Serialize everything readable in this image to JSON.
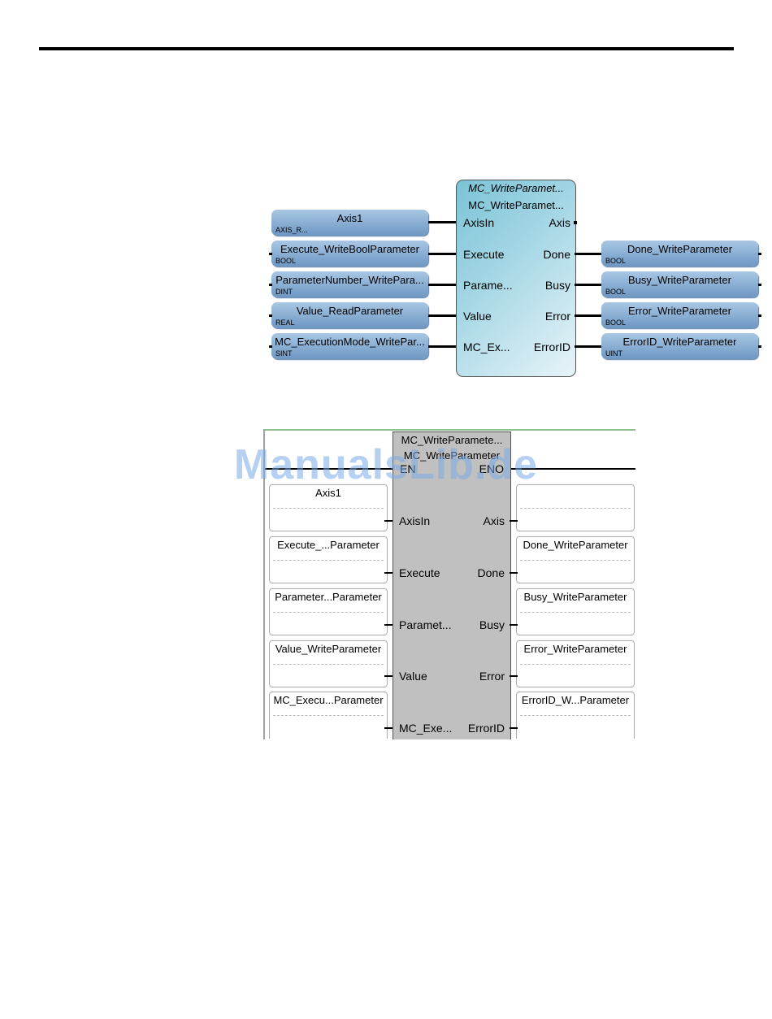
{
  "fbd": {
    "block": {
      "type_name": "MC_WriteParamet...",
      "instance_name": "MC_WriteParamet...",
      "inputs": [
        "AxisIn",
        "Execute",
        "Parame...",
        "Value",
        "MC_Ex..."
      ],
      "outputs": [
        "Axis",
        "Done",
        "Busy",
        "Error",
        "ErrorID"
      ]
    },
    "input_vars": [
      {
        "name": "Axis1",
        "type": "AXIS_R..."
      },
      {
        "name": "Execute_WriteBoolParameter",
        "type": "BOOL"
      },
      {
        "name": "ParameterNumber_WritePara...",
        "type": "DINT"
      },
      {
        "name": "Value_ReadParameter",
        "type": "REAL"
      },
      {
        "name": "MC_ExecutionMode_WritePar...",
        "type": "SINT"
      }
    ],
    "output_vars": [
      {
        "name": "Done_WriteParameter",
        "type": "BOOL"
      },
      {
        "name": "Busy_WriteParameter",
        "type": "BOOL"
      },
      {
        "name": "Error_WriteParameter",
        "type": "BOOL"
      },
      {
        "name": "ErrorID_WriteParameter",
        "type": "UINT"
      }
    ]
  },
  "ld": {
    "block": {
      "type_name": "MC_WriteParamete...",
      "instance_name": "MC_WriteParameter",
      "en": "EN",
      "eno": "ENO",
      "inputs": [
        "AxisIn",
        "Execute",
        "Paramet...",
        "Value",
        "MC_Exe..."
      ],
      "outputs": [
        "Axis",
        "Done",
        "Busy",
        "Error",
        "ErrorID"
      ]
    },
    "input_boxes": [
      "Axis1",
      "Execute_...Parameter",
      "Parameter...Parameter",
      "Value_WriteParameter",
      "MC_Execu...Parameter"
    ],
    "output_boxes": [
      "",
      "Done_WriteParameter",
      "Busy_WriteParameter",
      "Error_WriteParameter",
      "ErrorID_W...Parameter"
    ]
  },
  "watermark": "ManualsLib.de"
}
